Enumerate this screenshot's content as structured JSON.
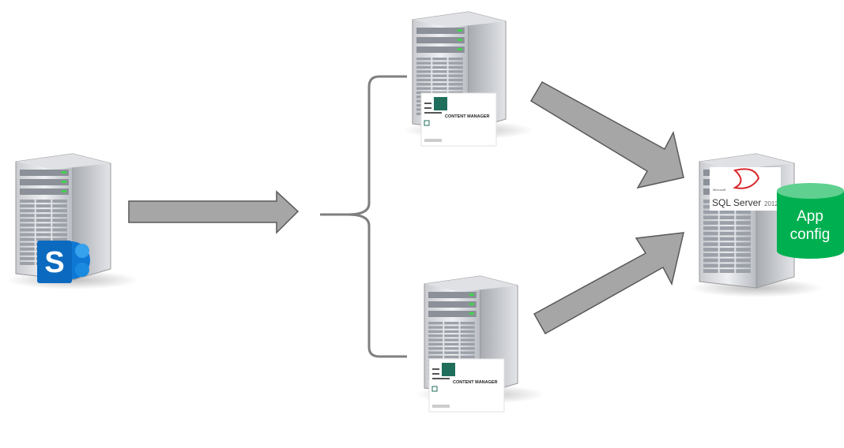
{
  "content_manager_cards": [
    {
      "label": "CONTENT MANAGER"
    },
    {
      "label": "CONTENT MANAGER"
    }
  ],
  "sql_server": {
    "brand": "Microsoft",
    "name": "SQL Server",
    "version": "2012"
  },
  "sharepoint": {
    "letter": "S"
  },
  "database": {
    "line1": "App",
    "line2": "config"
  },
  "colors": {
    "arrow": "#a6a6a6",
    "arrow_stroke": "#595959",
    "database": "#00b050",
    "sharepoint": "#0f78d4",
    "cm_green": "#1f6f5c",
    "sql_red": "#d9262b"
  }
}
